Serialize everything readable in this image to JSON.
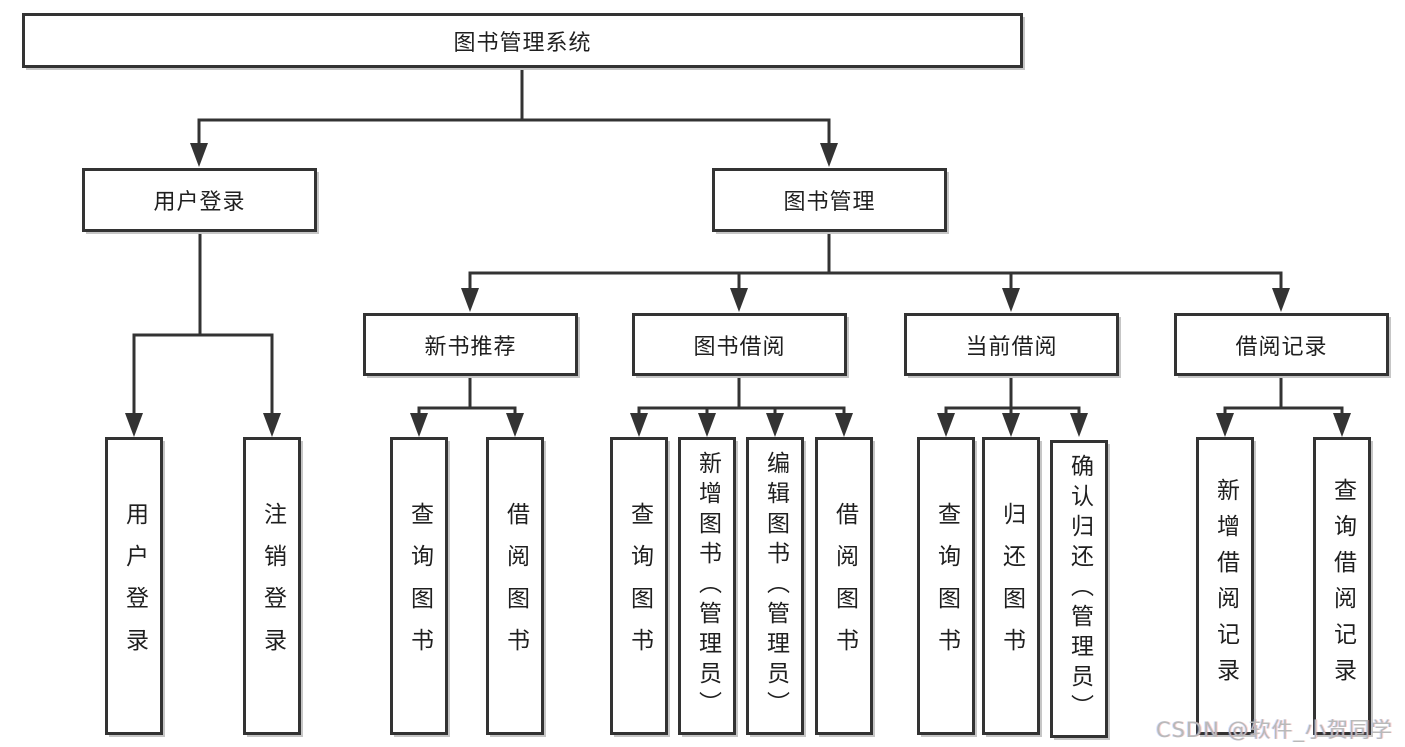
{
  "diagram": {
    "root": {
      "label": "图书管理系统"
    },
    "children": [
      {
        "label": "用户登录",
        "children": [
          {
            "label": "用户登录"
          },
          {
            "label": "注销登录"
          }
        ]
      },
      {
        "label": "图书管理",
        "children": [
          {
            "label": "新书推荐",
            "children": [
              {
                "label": "查询图书"
              },
              {
                "label": "借阅图书"
              }
            ]
          },
          {
            "label": "图书借阅",
            "children": [
              {
                "label": "查询图书"
              },
              {
                "label": "新增图书（管理员）"
              },
              {
                "label": "编辑图书（管理员）"
              },
              {
                "label": "借阅图书"
              }
            ]
          },
          {
            "label": "当前借阅",
            "children": [
              {
                "label": "查询图书"
              },
              {
                "label": "归还图书"
              },
              {
                "label": "确认归还（管理员）"
              }
            ]
          },
          {
            "label": "借阅记录",
            "children": [
              {
                "label": "新增借阅记录"
              },
              {
                "label": "查询借阅记录"
              }
            ]
          }
        ]
      }
    ]
  },
  "watermark": {
    "text": "CSDN @软件_小贺同学"
  },
  "colors": {
    "line": "#333333",
    "box_border": "#333333",
    "text": "#1f1f1f",
    "watermark": "#b9b9b9",
    "background": "#ffffff"
  }
}
